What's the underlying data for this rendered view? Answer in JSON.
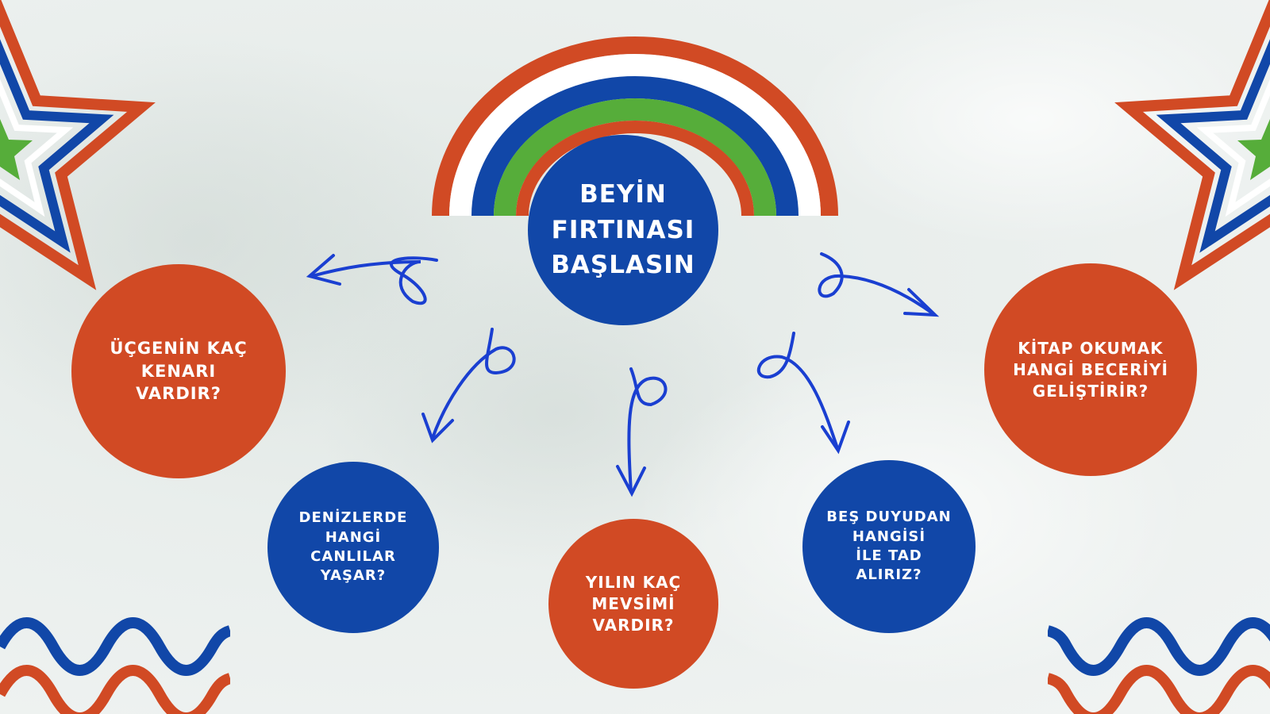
{
  "center": {
    "line1": "BEYİN",
    "line2": "FIRTINASI",
    "line3": "BAŞLASIN"
  },
  "questions": [
    {
      "lines": [
        "ÜÇGENİN KAÇ",
        "KENARI",
        "VARDIR?"
      ]
    },
    {
      "lines": [
        "DENİZLERDE",
        "HANGİ",
        "CANLILAR",
        "YAŞAR?"
      ]
    },
    {
      "lines": [
        "YILIN KAÇ",
        "MEVSİMİ",
        "VARDIR?"
      ]
    },
    {
      "lines": [
        "BEŞ DUYUDAN",
        "HANGİSİ",
        "İLE TAD",
        "ALIRIZ?"
      ]
    },
    {
      "lines": [
        "KİTAP OKUMAK",
        "HANGİ BECERİYİ",
        "GELİŞTİRİR?"
      ]
    }
  ],
  "colors": {
    "orange": "#d14a24",
    "blue": "#1147a8",
    "green": "#56ad3a",
    "white": "#ffffff",
    "arrow": "#1a3fd1"
  },
  "icons": [
    "star-icon",
    "wave-icon",
    "rainbow-icon",
    "curly-arrow-icon"
  ]
}
